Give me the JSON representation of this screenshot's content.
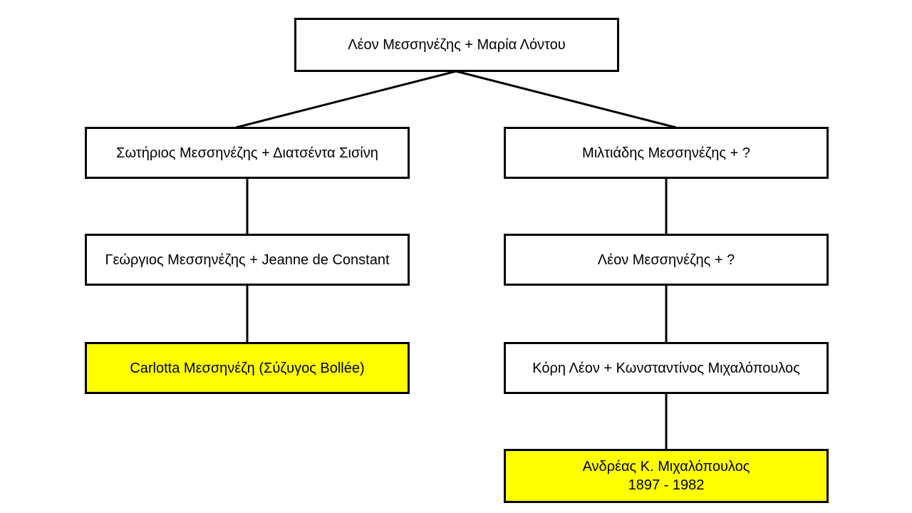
{
  "colors": {
    "highlight_fill": "#ffff00",
    "box_fill": "#ffffff",
    "border": "#000000",
    "line": "#000000"
  },
  "tree": {
    "root": {
      "label": "Λέον Μεσσηνέζης + Μαρία Λόντου",
      "highlight": false
    },
    "gen2_left": {
      "label": "Σωτήριος Μεσσηνέζης + Διατσέντα Σισίνη",
      "highlight": false
    },
    "gen2_right": {
      "label": "Μιλτιάδης Μεσσηνέζης + ?",
      "highlight": false
    },
    "gen3_left": {
      "label": "Γεώργιος Μεσσηνέζης + Jeanne de Constant",
      "highlight": false
    },
    "gen3_right": {
      "label": "Λέον Μεσσηνέζης + ?",
      "highlight": false
    },
    "gen4_left": {
      "label": "Carlotta Μεσσηνέζη (Σύζυγος Bollée)",
      "highlight": true
    },
    "gen4_right": {
      "label": "Κόρη Λέον + Κωνσταντίνος Μιχαλόπουλος",
      "highlight": false
    },
    "gen5_right": {
      "label": "Ανδρέας Κ. Μιχαλόπουλος",
      "dates": "1897 - 1982",
      "highlight": true
    }
  }
}
